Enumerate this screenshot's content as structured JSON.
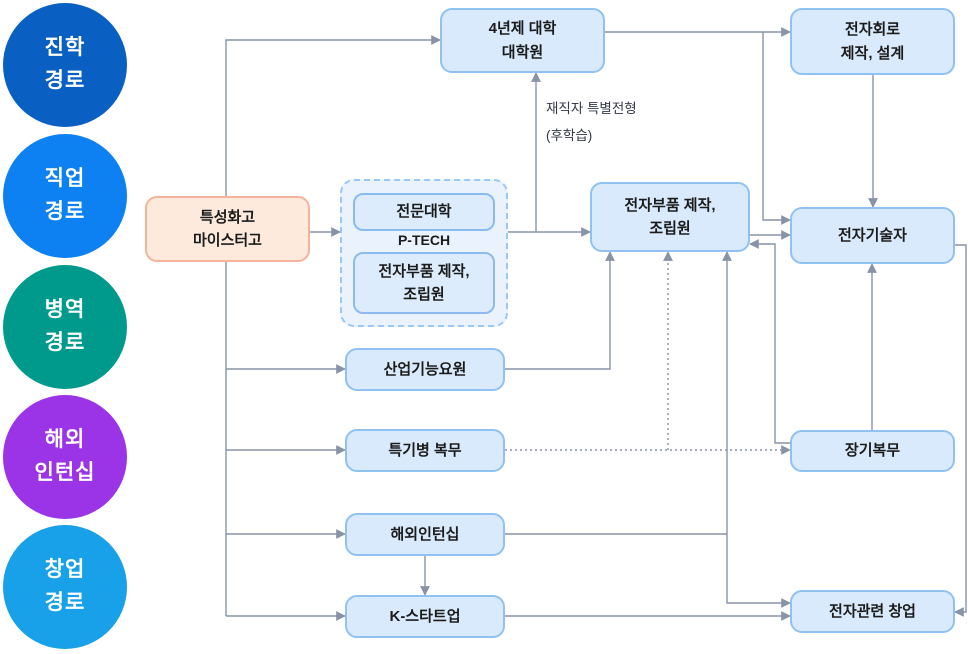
{
  "colors": {
    "line_color": "#8893a7",
    "node_fill": "#d9eafc",
    "node_border": "#8fc2f1",
    "inner_fill": "#dcecfc",
    "inner_border": "#8abaef",
    "group_fill": "#eaf3fd",
    "group_border": "#9cc7f4",
    "start_fill": "#fdeadd",
    "start_border": "#f3b49c",
    "text_color": "#1b1b1b"
  },
  "legend": {
    "items": [
      {
        "line1": "진학",
        "line2": "경로",
        "color": "#0a60c2"
      },
      {
        "line1": "직업",
        "line2": "경로",
        "color": "#0d80f2"
      },
      {
        "line1": "병역",
        "line2": "경로",
        "color": "#009a8c"
      },
      {
        "line1": "해외",
        "line2": "인턴십",
        "color": "#9b33e6"
      },
      {
        "line1": "창업",
        "line2": "경로",
        "color": "#18a0e8"
      }
    ]
  },
  "nodes": {
    "start": {
      "line1": "특성화고",
      "line2": "마이스터고"
    },
    "university": {
      "line1": "4년제 대학",
      "line2": "대학원"
    },
    "ptech": {
      "top_label": "전문대학",
      "group_label": "P-TECH",
      "bottom_line1": "전자부품 제작,",
      "bottom_line2": "조립원"
    },
    "assembly": {
      "line1": "전자부품 제작,",
      "line2": "조립원"
    },
    "circuit": {
      "line1": "전자회로",
      "line2": "제작, 설계"
    },
    "technician": {
      "label": "전자기술자"
    },
    "industrial": {
      "label": "산업기능요원"
    },
    "military": {
      "label": "특기병 복무"
    },
    "intern": {
      "label": "해외인턴십"
    },
    "kstartup": {
      "label": "K-스타트업"
    },
    "longterm": {
      "label": "장기복무"
    },
    "startup": {
      "label": "전자관련 창업"
    }
  },
  "annotation": {
    "line1": "재직자 특별전형",
    "line2": "(후학습)"
  }
}
